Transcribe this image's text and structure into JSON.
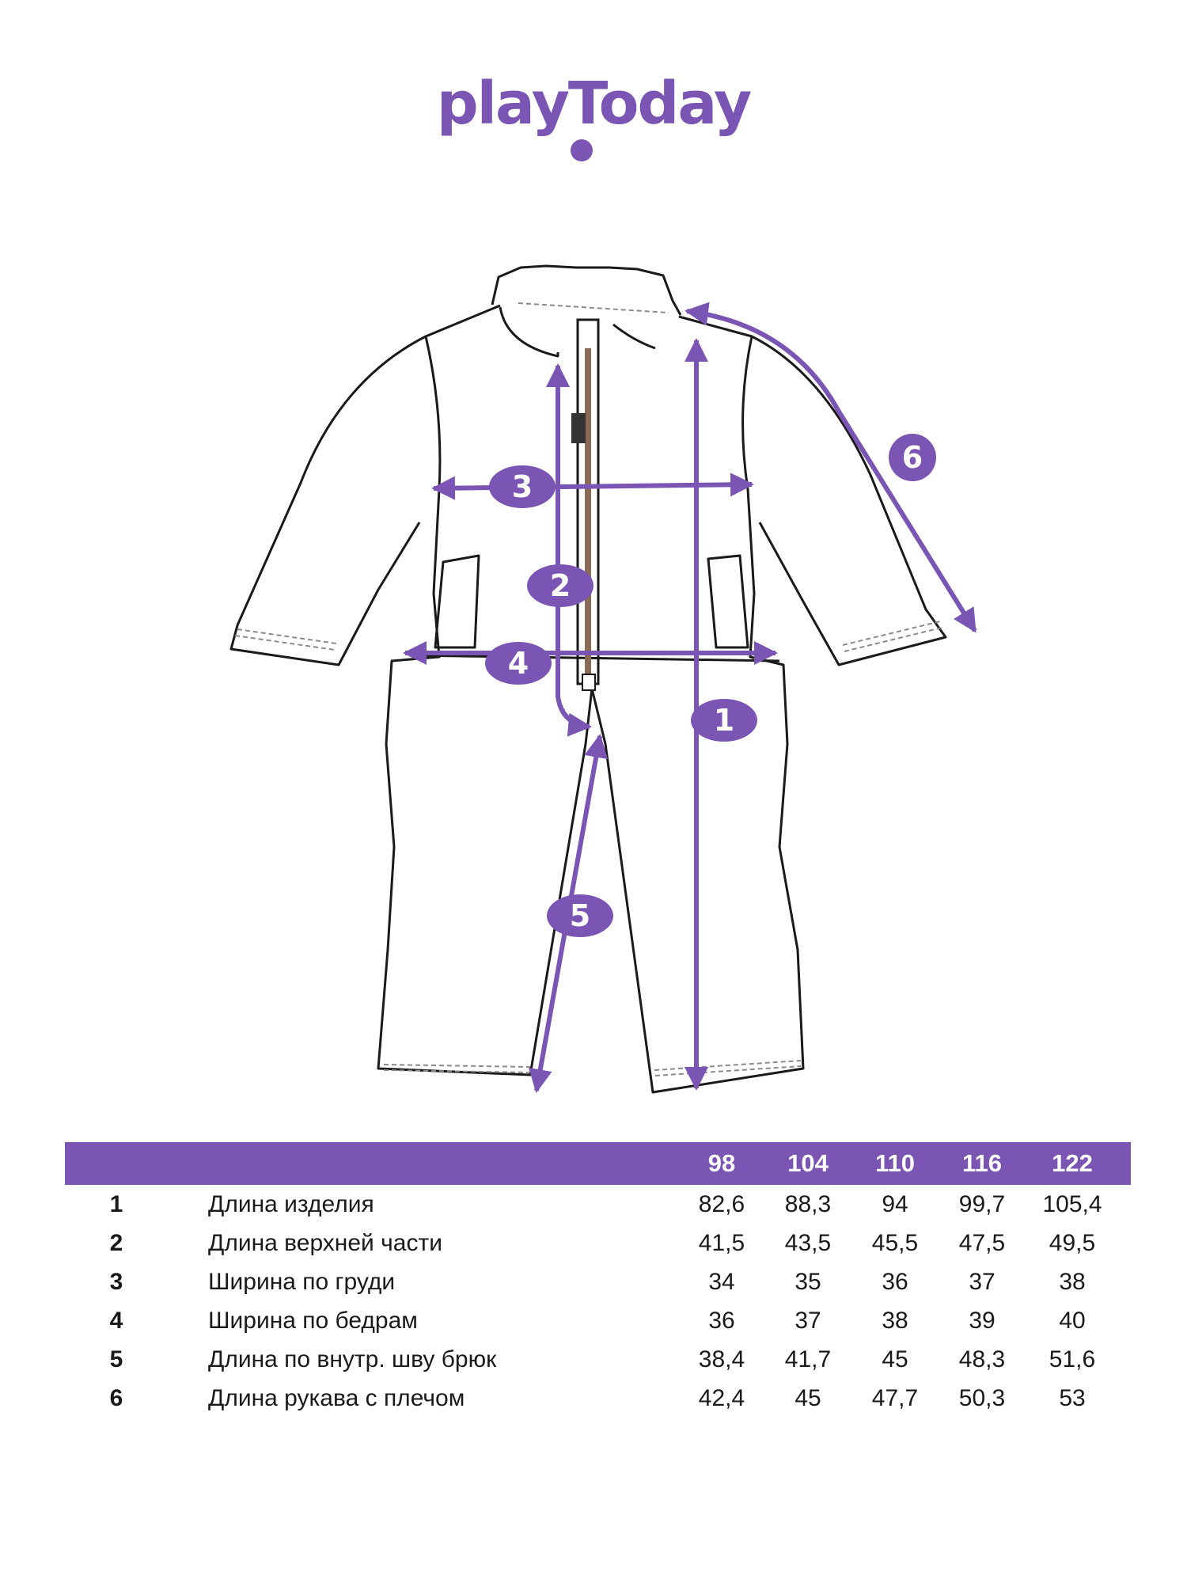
{
  "brand": {
    "logo_text": "playToday",
    "color": "#7a55b3"
  },
  "diagram": {
    "garment": "overall",
    "markers": [
      "1",
      "2",
      "3",
      "4",
      "5",
      "6"
    ],
    "accent_color": "#7a55b3",
    "outline_color": "#1a1a1a"
  },
  "size_table": {
    "sizes": [
      "98",
      "104",
      "110",
      "116",
      "122"
    ],
    "rows": [
      {
        "num": "1",
        "label": "Длина изделия",
        "values": [
          "82,6",
          "88,3",
          "94",
          "99,7",
          "105,4"
        ]
      },
      {
        "num": "2",
        "label": "Длина верхней части",
        "values": [
          "41,5",
          "43,5",
          "45,5",
          "47,5",
          "49,5"
        ]
      },
      {
        "num": "3",
        "label": "Ширина по груди",
        "values": [
          "34",
          "35",
          "36",
          "37",
          "38"
        ]
      },
      {
        "num": "4",
        "label": "Ширина по бедрам",
        "values": [
          "36",
          "37",
          "38",
          "39",
          "40"
        ]
      },
      {
        "num": "5",
        "label": "Длина по внутр. шву брюк",
        "values": [
          "38,4",
          "41,7",
          "45",
          "48,3",
          "51,6"
        ]
      },
      {
        "num": "6",
        "label": "Длина рукава с плечом",
        "values": [
          "42,4",
          "45",
          "47,7",
          "50,3",
          "53"
        ]
      }
    ]
  }
}
